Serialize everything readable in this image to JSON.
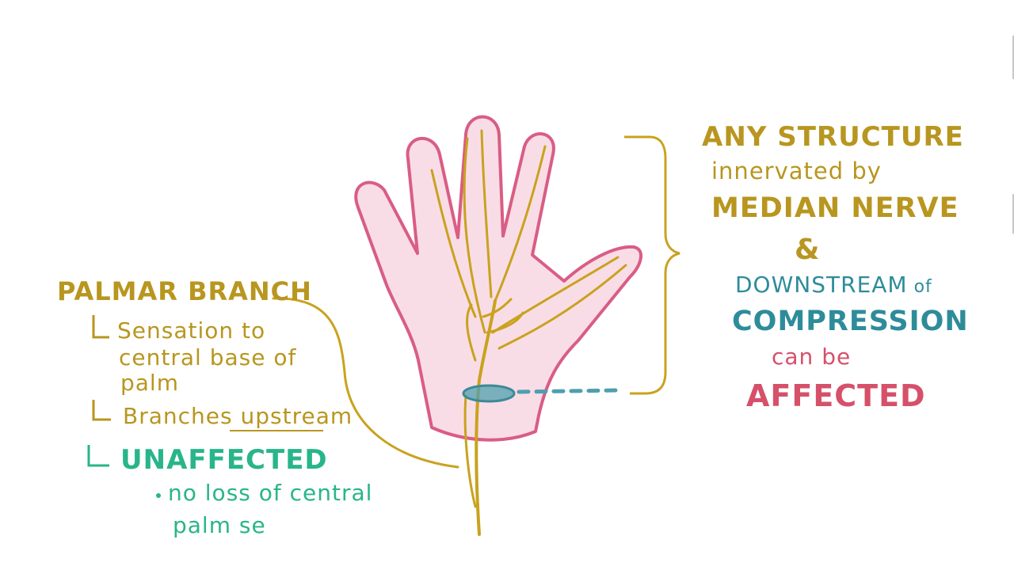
{
  "colors": {
    "nerve": "#c9a21f",
    "hand_outline": "#d95d84",
    "hand_fill": "#f9dde6",
    "compression": "#4f9fad",
    "unaffected": "#28b58a",
    "affected": "#d6506a",
    "label_gold": "#b8961f"
  },
  "left_notes": {
    "heading": "PALMAR BRANCH",
    "note1_line1": "Sensation to",
    "note1_line2": "central base of",
    "note1_line3": "palm",
    "note2_prefix": "Branches ",
    "note2_emph": "upstream",
    "status": "UNAFFECTED",
    "detail_line1": "no loss of central",
    "detail_line2": "palm se"
  },
  "right_notes": {
    "line1": "ANY STRUCTURE",
    "line2": "innervated by",
    "line3": "MEDIAN NERVE",
    "line4": "&",
    "line5_main": "DOWNSTREAM",
    "line5_suffix": " of",
    "line6": "COMPRESSION",
    "line7": "can be",
    "line8": "AFFECTED"
  }
}
